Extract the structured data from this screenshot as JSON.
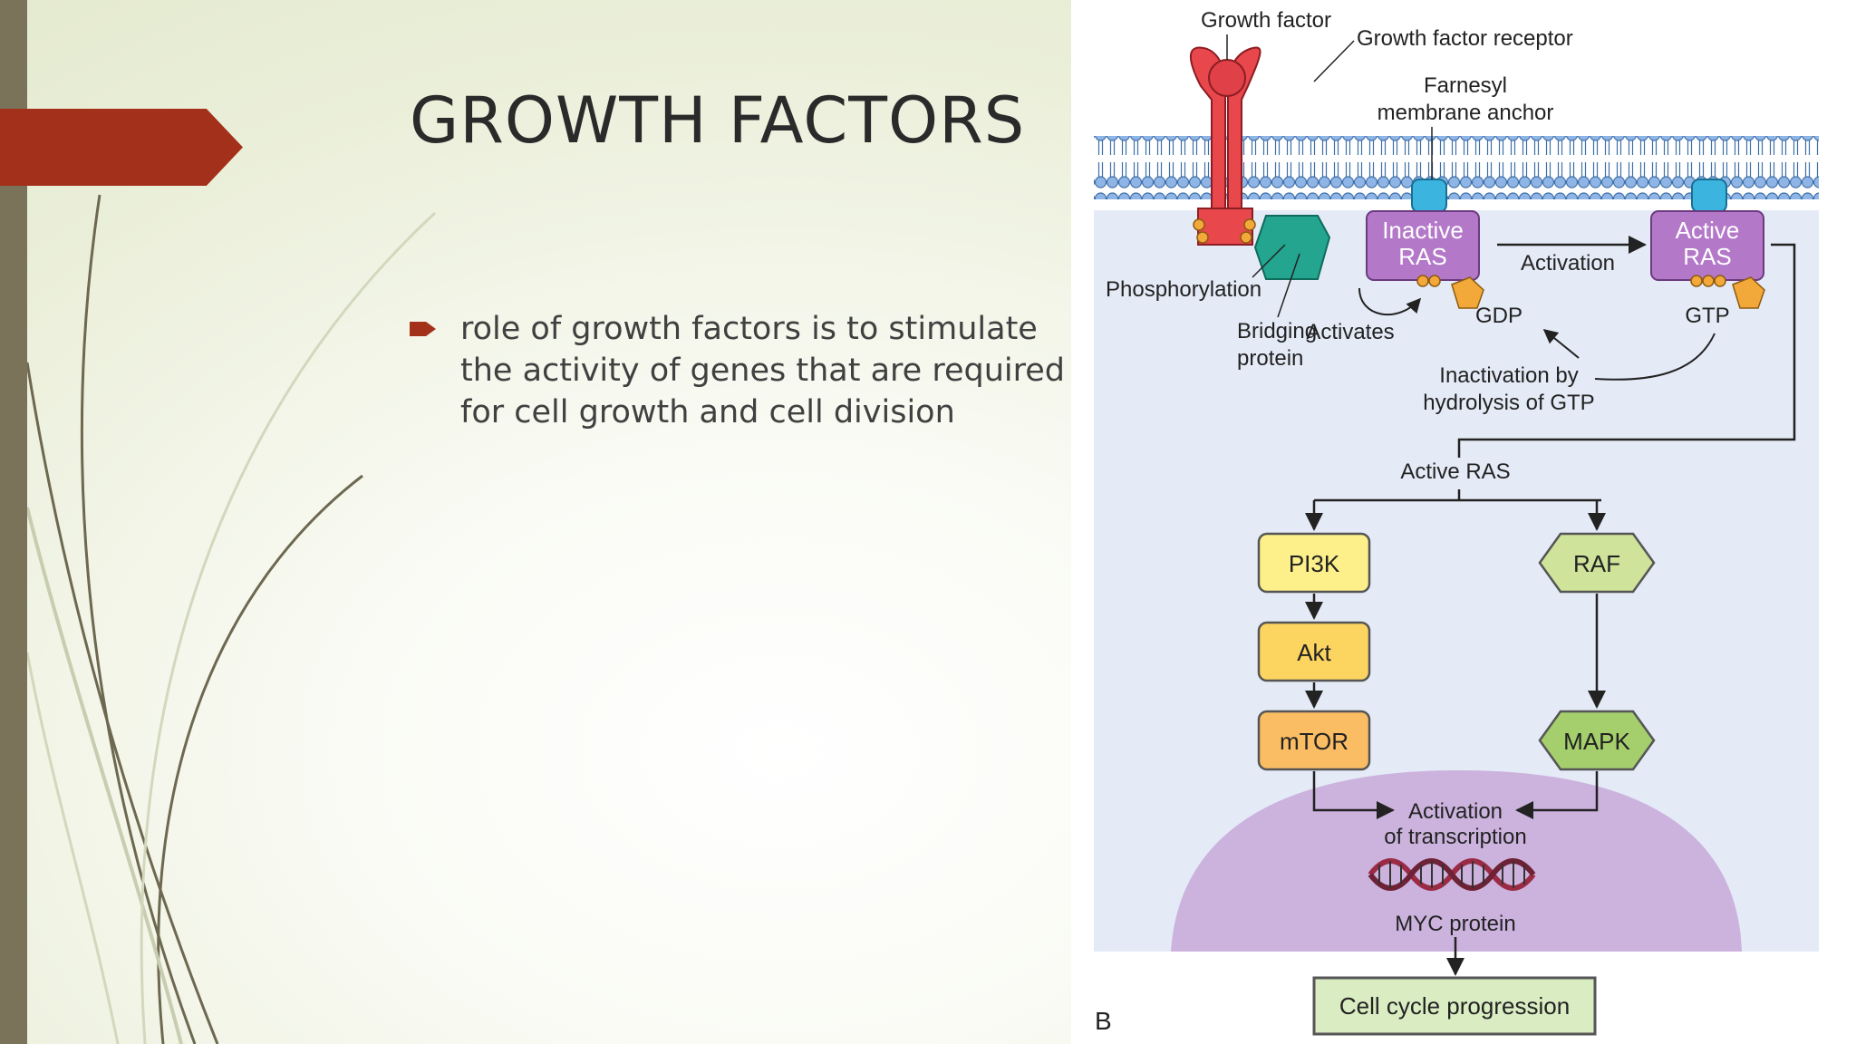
{
  "slide": {
    "title": "GROWTH FACTORS",
    "bullet": "role of growth factors is to stimulate the activity of genes that are required for cell growth and cell division",
    "colors": {
      "accent": "#a3301b",
      "bar": "#7a7259",
      "title": "#2a2a2a",
      "text": "#404040"
    }
  },
  "diagram": {
    "labels": {
      "growth_factor": "Growth factor",
      "receptor": "Growth factor receptor",
      "farnesyl_1": "Farnesyl",
      "farnesyl_2": "membrane anchor",
      "inactive_ras_1": "Inactive",
      "inactive_ras_2": "RAS",
      "activation": "Activation",
      "active_ras_1": "Active",
      "active_ras_2": "RAS",
      "phosphorylation": "Phosphorylation",
      "bridging_1": "Bridging",
      "bridging_2": "protein",
      "activates": "Activates",
      "gdp": "GDP",
      "gtp": "GTP",
      "inactivation_1": "Inactivation by",
      "inactivation_2": "hydrolysis of GTP",
      "active_ras_branch": "Active RAS",
      "activation_transcription_1": "Activation",
      "activation_transcription_2": "of transcription",
      "myc": "MYC protein",
      "cell_cycle": "Cell cycle progression",
      "panel": "B"
    },
    "nodes": {
      "pi3k": "PI3K",
      "akt": "Akt",
      "mtor": "mTOR",
      "raf": "RAF",
      "mapk": "MAPK"
    },
    "colors": {
      "receptor": "#e8474c",
      "bridging": "#23a58f",
      "ras": "#b478c8",
      "farnesyl": "#3cb4e0",
      "gdp": "#f3a83a",
      "pi3k": "#fdf08a",
      "akt": "#fcd460",
      "mtor": "#fbbd63",
      "raf": "#cfe39a",
      "mapk": "#a5cf6c",
      "nucleus": "#ccb3de",
      "cytoplasm": "#e4eaf6",
      "cell_cycle": "#d9ecc2"
    }
  }
}
